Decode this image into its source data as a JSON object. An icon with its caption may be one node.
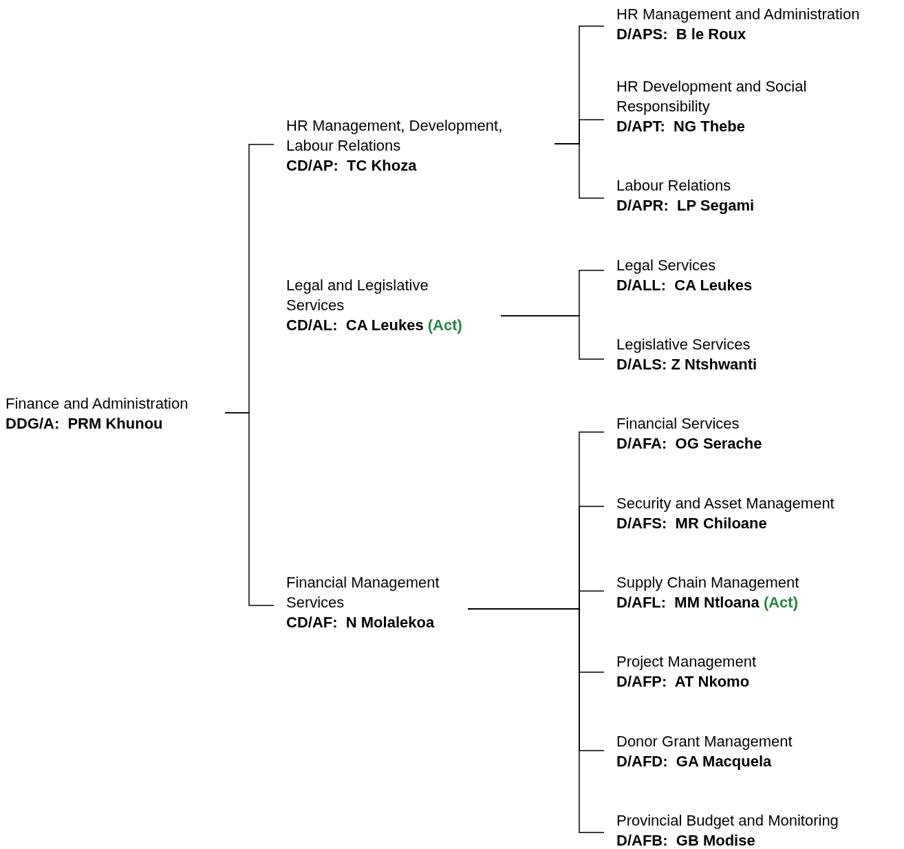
{
  "diagram": {
    "nodes": [
      {
        "text": [
          "Finance and Administration",
          "DDG/A:  PRM Khunou"
        ]
      },
      {
        "text": [
          "HR Management, Development, Labour Relations",
          "CD/AP:  TC Khoza"
        ]
      },
      {
        "text": [
          "Legal and Legislative Services",
          "CD/AL:  CA Leukes"
        ],
        "beside": [
          "(Act)"
        ]
      },
      {
        "text": [
          "Financial Management Services",
          "CD/AF:  N Molalekoa"
        ]
      },
      {
        "text": [
          "HR Management and Administration",
          "D/APS:  B le Roux"
        ]
      },
      {
        "text": [
          "HR Development and Social Responsibility",
          "D/APT:  NG Thebe"
        ]
      },
      {
        "text": [
          "Labour Relations",
          "D/APR:  LP Segami"
        ]
      },
      {
        "text": [
          "Legal Services",
          "D/ALL:  CA Leukes"
        ]
      },
      {
        "text": [
          "Legislative Services",
          "D/ALS: Z Ntshwanti"
        ]
      },
      {
        "text": [
          "Financial Services",
          "D/AFA:  OG Serache"
        ]
      },
      {
        "text": [
          "Security and Asset Management",
          "D/AFS:  MR Chiloane"
        ]
      },
      {
        "text": [
          "Supply Chain Management",
          "D/AFL:  MM Ntloana"
        ],
        "beside": [
          "(Act)"
        ]
      },
      {
        "text": [
          "Project Management",
          "D/AFP:  AT Nkomo"
        ]
      },
      {
        "text": [
          "Donor Grant Management",
          "D/AFD:  GA Macquela"
        ]
      },
      {
        "text": [
          "Provincial Budget and Monitoring",
          "D/AFB:  GB Modise"
        ]
      }
    ],
    "edges": [
      {
        "from": 0,
        "to": 1,
        "arrow": "none"
      },
      {
        "from": 0,
        "to": 3,
        "arrow": "none"
      },
      {
        "from": 1,
        "to": 4,
        "arrow": "none"
      },
      {
        "from": 1,
        "to": 5,
        "arrow": "none"
      },
      {
        "from": 1,
        "to": 6,
        "arrow": "none"
      },
      {
        "from": 2,
        "to": 7,
        "arrow": "none"
      },
      {
        "from": 2,
        "to": 8,
        "arrow": "none"
      },
      {
        "from": 3,
        "to": 9,
        "arrow": "none"
      },
      {
        "from": 3,
        "to": 10,
        "arrow": "none"
      },
      {
        "from": 3,
        "to": 11,
        "arrow": "none"
      },
      {
        "from": 3,
        "to": 12,
        "arrow": "none"
      },
      {
        "from": 3,
        "to": 13,
        "arrow": "none"
      },
      {
        "from": 3,
        "to": 14,
        "arrow": "none"
      }
    ]
  }
}
